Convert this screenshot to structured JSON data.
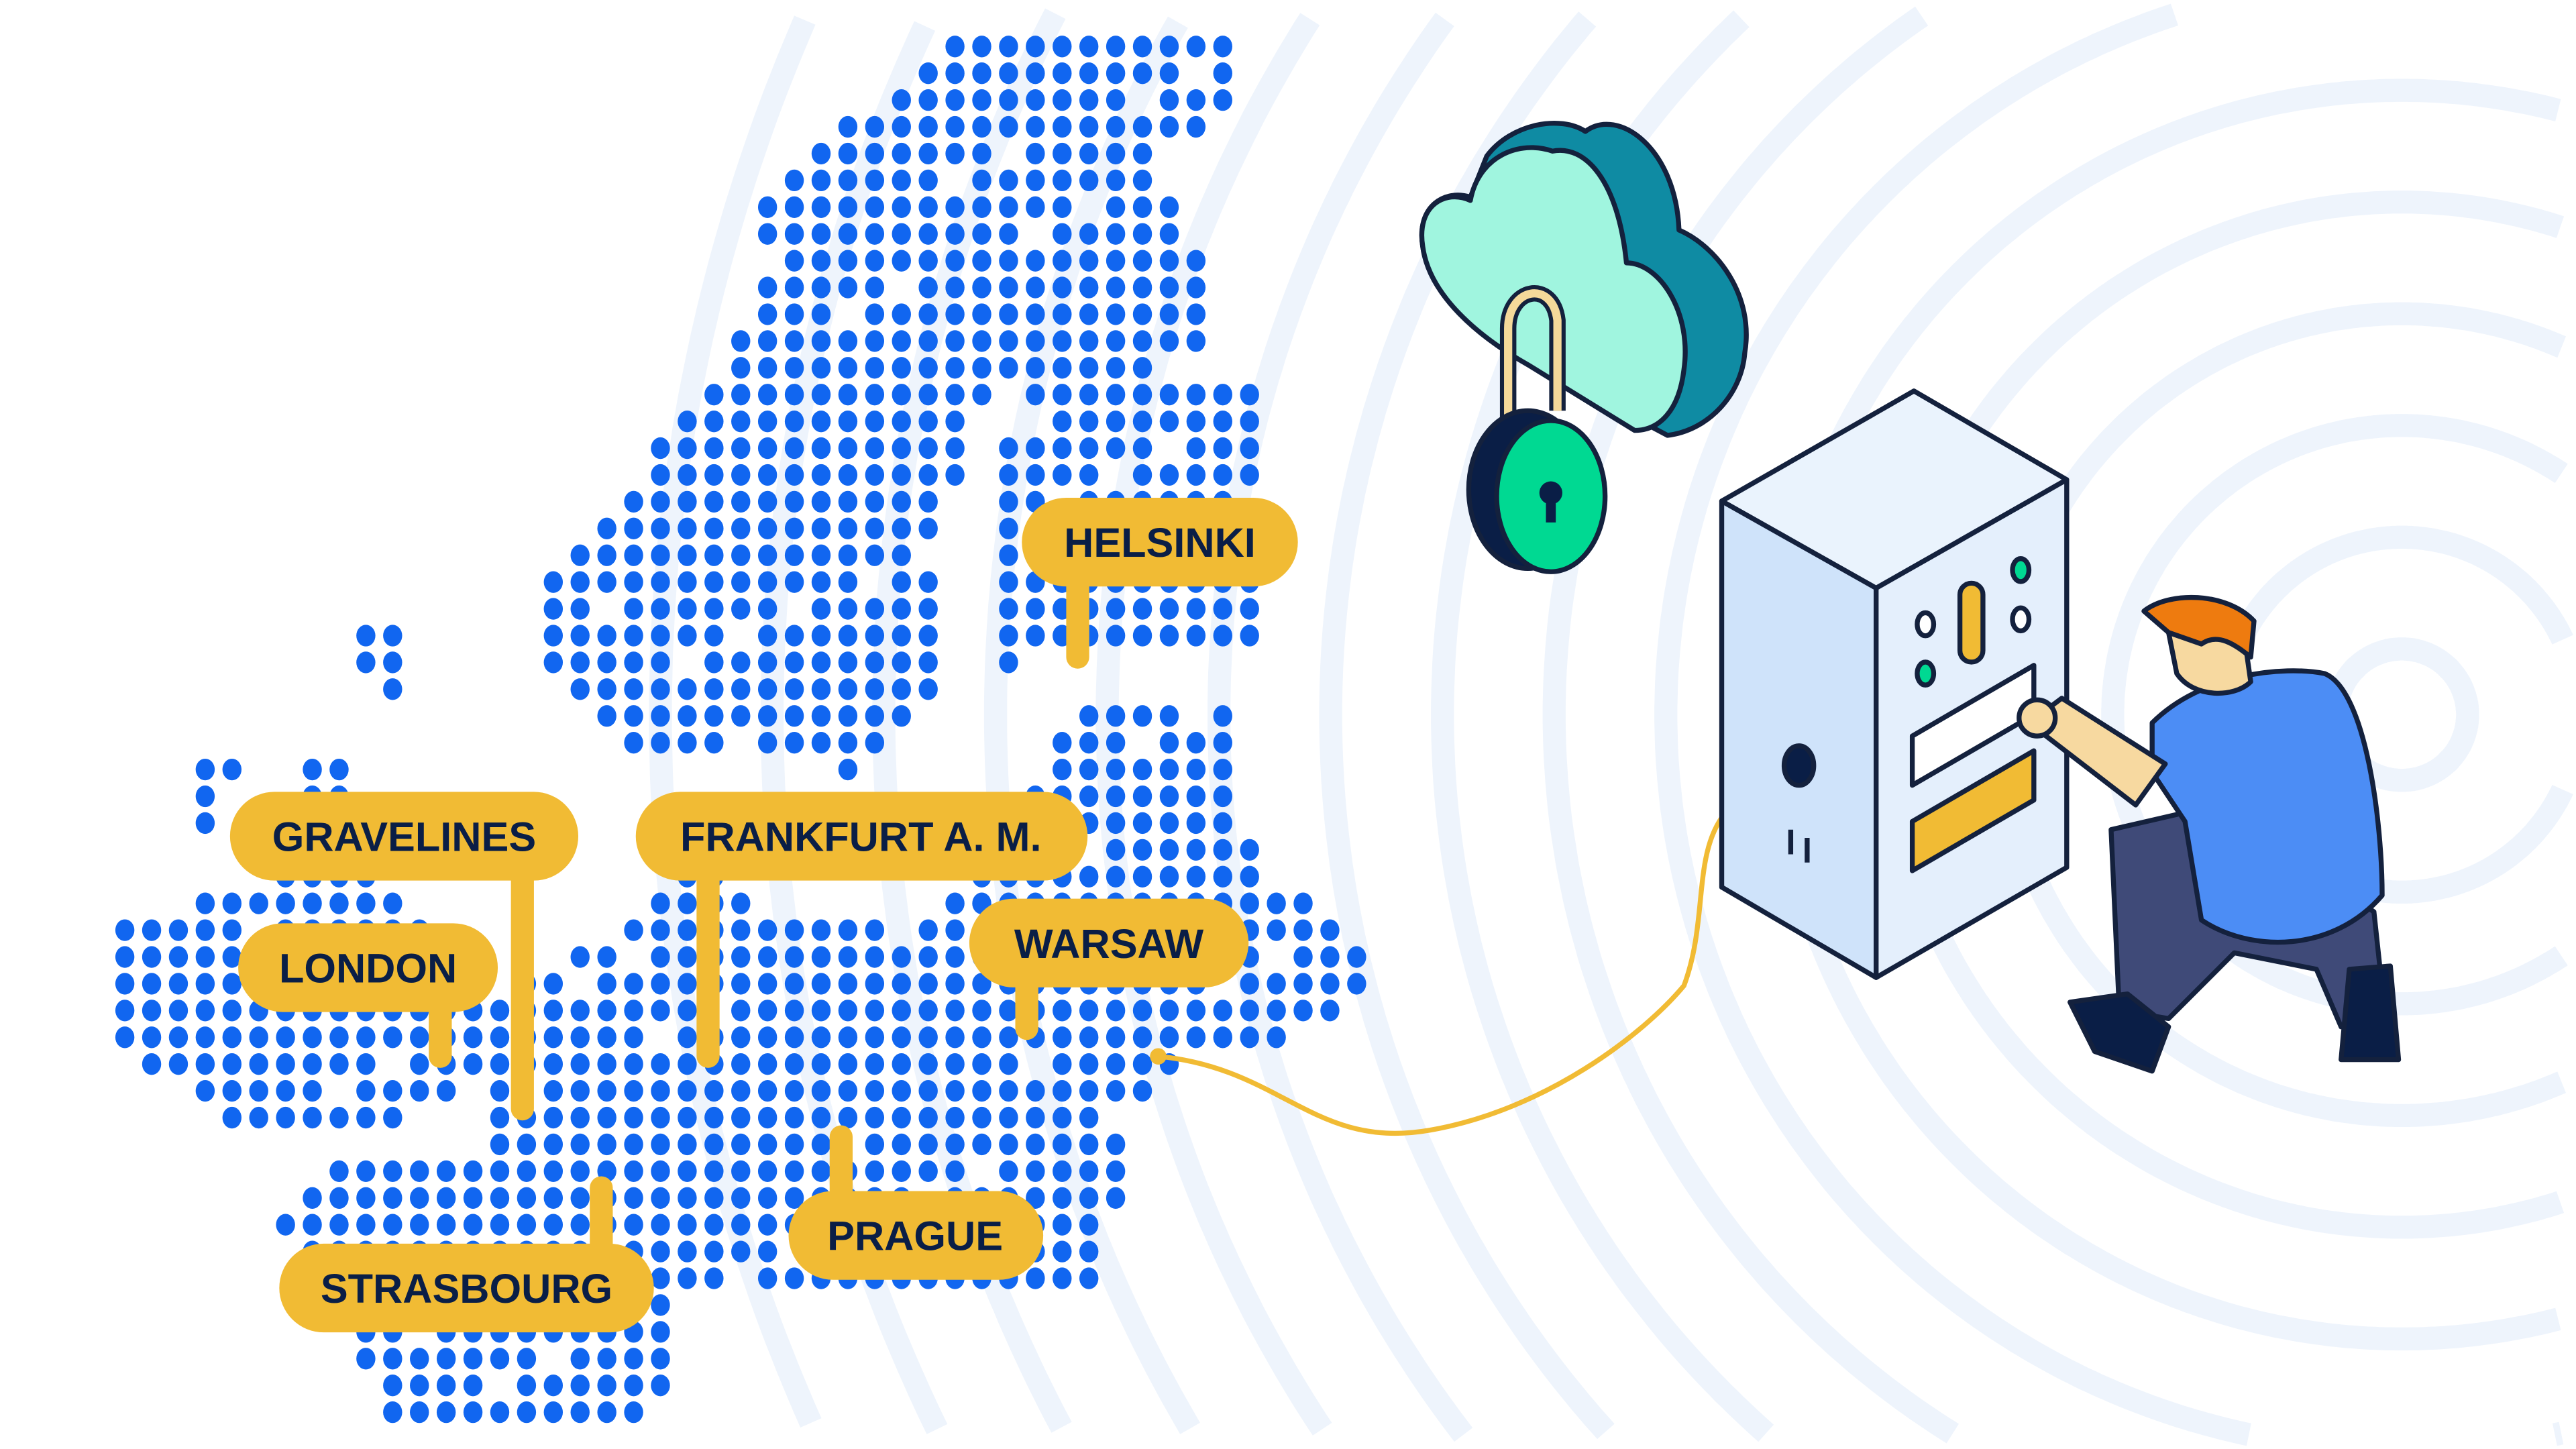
{
  "colors": {
    "dot": "#1166F0",
    "label_bg": "#F1BB34",
    "label_text": "#0A1E46",
    "cable": "#F1BB34",
    "rings": "#EEF4FC",
    "outline": "#14213D"
  },
  "map": {
    "locations": [
      {
        "id": "gravelines",
        "label": "GRAVELINES"
      },
      {
        "id": "london",
        "label": "LONDON"
      },
      {
        "id": "frankfurt",
        "label": "FRANKFURT A. M."
      },
      {
        "id": "warsaw",
        "label": "WARSAW"
      },
      {
        "id": "helsinki",
        "label": "HELSINKI"
      },
      {
        "id": "prague",
        "label": "PRAGUE"
      },
      {
        "id": "strasbourg",
        "label": "STRASBOURG"
      }
    ]
  },
  "illustration": {
    "icons": [
      "cloud-icon",
      "padlock-icon",
      "server-icon",
      "person-icon"
    ]
  }
}
